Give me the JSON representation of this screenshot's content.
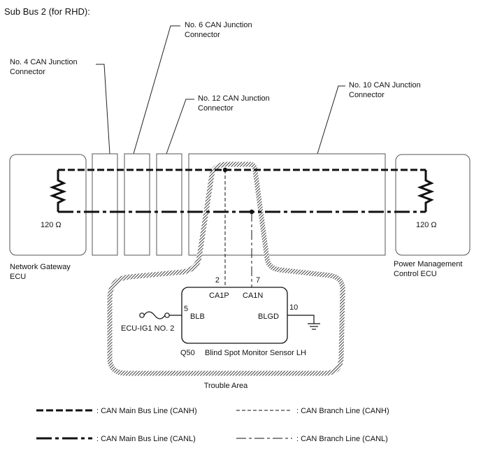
{
  "title": "Sub Bus 2 (for RHD):",
  "junction_connectors": {
    "no4": [
      "No. 4 CAN Junction",
      "Connector"
    ],
    "no6": [
      "No. 6 CAN Junction",
      "Connector"
    ],
    "no12": [
      "No. 12 CAN Junction",
      "Connector"
    ],
    "no10": [
      "No. 10 CAN Junction",
      "Connector"
    ]
  },
  "left_ecu": {
    "name": [
      "Network Gateway",
      "ECU"
    ],
    "resistor": "120 Ω"
  },
  "right_ecu": {
    "name": [
      "Power Management",
      "Control ECU"
    ],
    "resistor": "120 Ω"
  },
  "sensor": {
    "code": "Q50",
    "name": "Blind Spot Monitor Sensor LH",
    "pins": {
      "ca1p": {
        "number": "2",
        "label": "CA1P"
      },
      "ca1n": {
        "number": "7",
        "label": "CA1N"
      },
      "blb": {
        "number": "5",
        "label": "BLB"
      },
      "blgd": {
        "number": "10",
        "label": "BLGD"
      }
    },
    "fuse": "ECU-IG1 NO. 2"
  },
  "trouble_area": "Trouble Area",
  "legend": {
    "canh_main": ": CAN Main Bus Line (CANH)",
    "canh_branch": ": CAN Branch Line (CANH)",
    "canl_main": ": CAN Main Bus Line (CANL)",
    "canl_branch": ": CAN Branch Line (CANL)"
  }
}
